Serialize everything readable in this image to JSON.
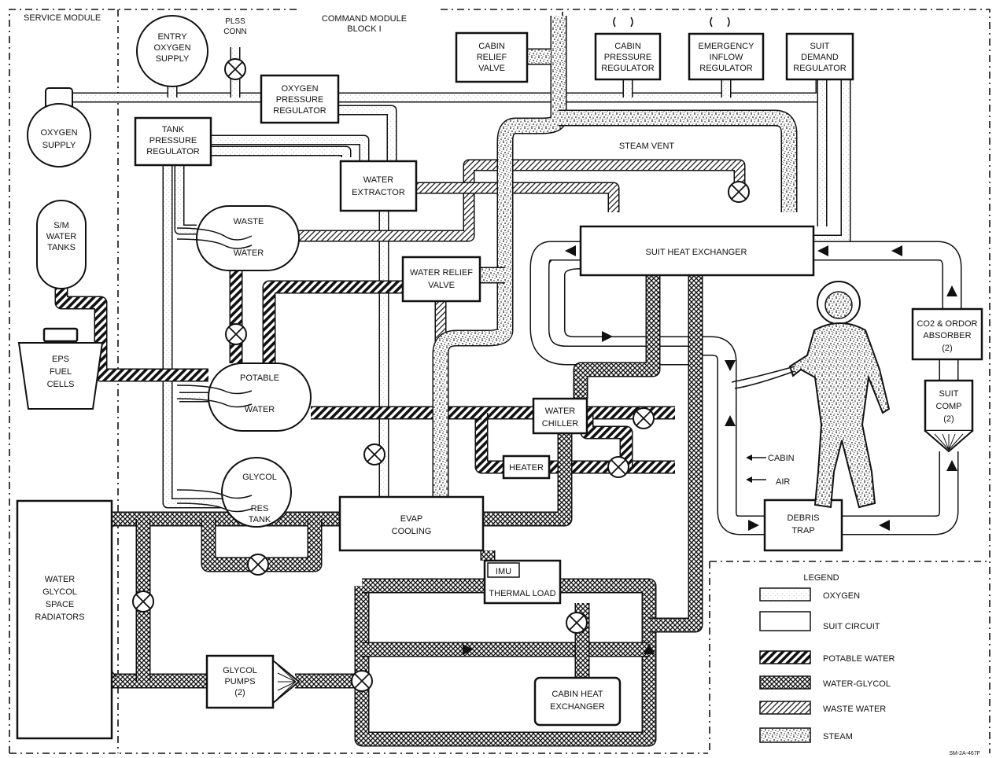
{
  "sections": {
    "service_module": "SERVICE MODULE",
    "command_module_1": "COMMAND MODULE",
    "command_module_2": "BLOCK I"
  },
  "components": {
    "entry_oxygen_supply": [
      "ENTRY",
      "OXYGEN",
      "SUPPLY"
    ],
    "plss_conn": [
      "PLSS",
      "CONN"
    ],
    "oxygen_pressure_regulator": [
      "OXYGEN",
      "PRESSURE",
      "REGULATOR"
    ],
    "oxygen_supply": [
      "OXYGEN",
      "SUPPLY"
    ],
    "tank_pressure_regulator": [
      "TANK",
      "PRESSURE",
      "REGULATOR"
    ],
    "cabin_relief_valve": [
      "CABIN",
      "RELIEF",
      "VALVE"
    ],
    "cabin_pressure_regulator": [
      "CABIN",
      "PRESSURE",
      "REGULATOR"
    ],
    "emergency_inflow_regulator": [
      "EMERGENCY",
      "INFLOW",
      "REGULATOR"
    ],
    "suit_demand_regulator": [
      "SUIT",
      "DEMAND",
      "REGULATOR"
    ],
    "steam_vent": "STEAM VENT",
    "water_extractor": [
      "WATER",
      "EXTRACTOR"
    ],
    "sm_water_tanks": [
      "S/M",
      "WATER",
      "TANKS"
    ],
    "waste_water": [
      "WASTE",
      "WATER"
    ],
    "suit_heat_exchanger": "SUIT HEAT EXCHANGER",
    "water_relief_valve": [
      "WATER RELIEF",
      "VALVE"
    ],
    "eps_fuel_cells": [
      "EPS",
      "FUEL",
      "CELLS"
    ],
    "potable_water": [
      "POTABLE",
      "WATER"
    ],
    "water_chiller": [
      "WATER",
      "CHILLER"
    ],
    "heater": "HEATER",
    "co2_absorber": [
      "CO2 & ORDOR",
      "ABSORBER",
      "(2)"
    ],
    "suit_comp": [
      "SUIT",
      "COMP",
      "(2)"
    ],
    "cabin_air": [
      "CABIN",
      "AIR"
    ],
    "glycol_res_tank": [
      "GLYCOL",
      "RES",
      "TANK"
    ],
    "evap_cooling": [
      "EVAP",
      "COOLING"
    ],
    "debris_trap": [
      "DEBRIS",
      "TRAP"
    ],
    "radiators": [
      "WATER",
      "GLYCOL",
      "SPACE",
      "RADIATORS"
    ],
    "imu_thermal_load": [
      "IMU",
      "THERMAL LOAD"
    ],
    "glycol_pumps": [
      "GLYCOL",
      "PUMPS",
      "(2)"
    ],
    "cabin_heat_exchanger": [
      "CABIN HEAT",
      "EXCHANGER"
    ]
  },
  "legend": {
    "title": "LEGEND",
    "items": [
      "OXYGEN",
      "SUIT CIRCUIT",
      "POTABLE WATER",
      "WATER-GLYCOL",
      "WASTE WATER",
      "STEAM"
    ]
  },
  "footer_code": "SM-2A-467F",
  "colors": {
    "ink": "#111111",
    "paper": "#ffffff"
  }
}
